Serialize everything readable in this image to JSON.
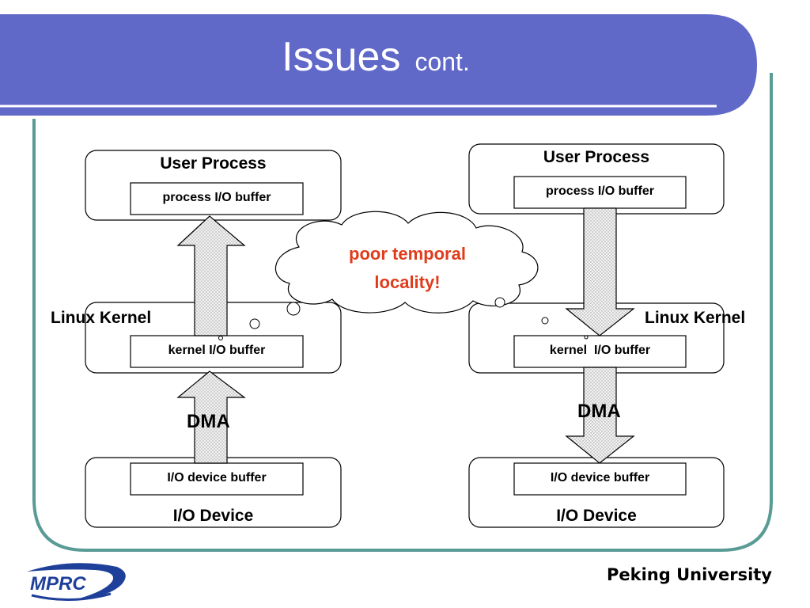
{
  "slide": {
    "title": "Issues",
    "title_suffix": "cont.",
    "footer": "Peking University",
    "logo_text": "MPRC"
  },
  "left": {
    "user_process": "User Process",
    "process_buffer": "process I/O buffer",
    "kernel_label": "Linux Kernel",
    "kernel_buffer": "kernel I/O buffer",
    "dma": "DMA",
    "device_buffer": "I/O device buffer",
    "device": "I/O Device"
  },
  "right": {
    "user_process": "User Process",
    "process_buffer": "process I/O buffer",
    "kernel_label": "Linux Kernel",
    "kernel_buffer": "kernel  I/O buffer",
    "dma": "DMA",
    "device_buffer": "I/O device buffer",
    "device": "I/O Device"
  },
  "callout": {
    "line1": "poor temporal",
    "line2": "locality!"
  },
  "colors": {
    "header": "#6068c8",
    "frame": "#5a9b96",
    "callout_text": "#e03c1c"
  }
}
